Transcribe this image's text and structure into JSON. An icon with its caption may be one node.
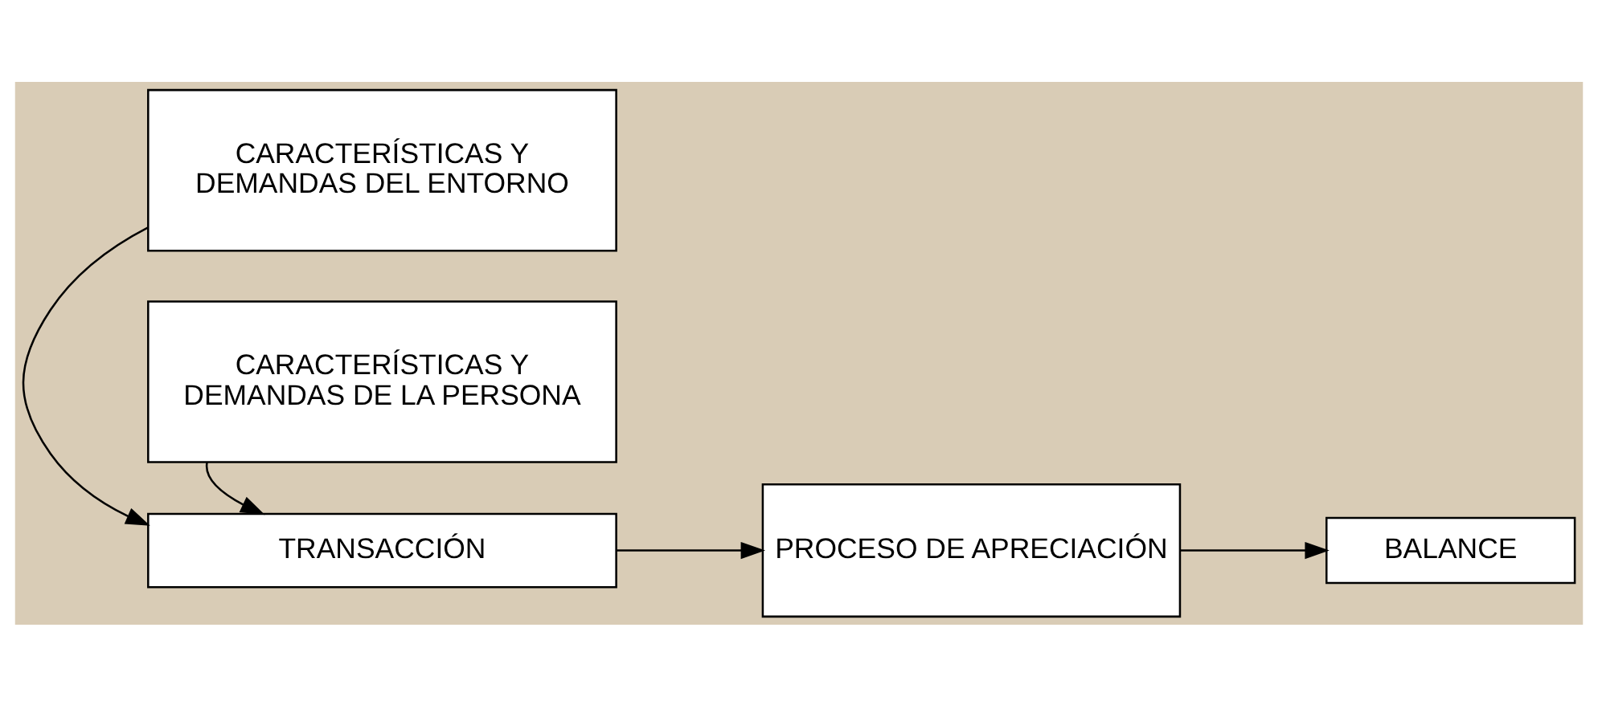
{
  "diagram": {
    "nodes": [
      {
        "text": [
          "CARACTERÍSTICAS Y DEMANDAS DEL ENTORNO"
        ]
      },
      {
        "text": [
          "TRANSACCIÓN"
        ]
      },
      {
        "text": [
          "CARACTERÍSTICAS Y DEMANDAS DE LA PERSONA"
        ]
      },
      {
        "text": [
          "PROCESO DE APRECIACIÓN"
        ]
      },
      {
        "text": [
          "BALANCE"
        ]
      }
    ],
    "edges": [
      {
        "from": 0,
        "to": 1,
        "arrow": "to"
      },
      {
        "from": 2,
        "to": 1,
        "arrow": "to"
      },
      {
        "from": 1,
        "to": 3,
        "arrow": "to"
      },
      {
        "from": 3,
        "to": 4,
        "arrow": "to"
      }
    ]
  }
}
